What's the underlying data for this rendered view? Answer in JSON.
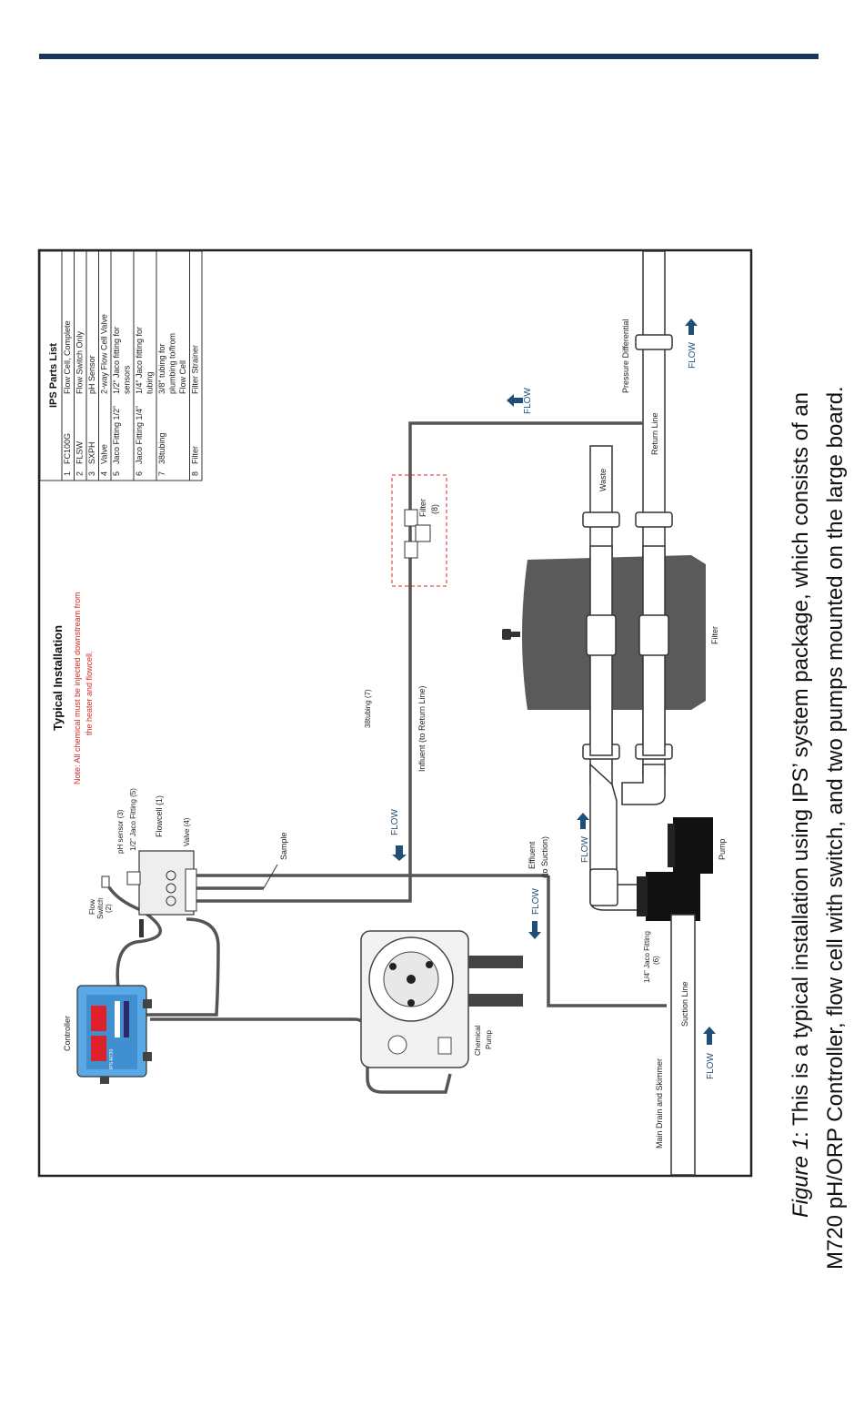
{
  "diagram": {
    "title": "Typical Installation",
    "note_line1": "Note: All chemical must be injected downstream from",
    "note_line2": "the heater and flowcell.",
    "parts_list": {
      "title": "IPS Parts List",
      "rows": [
        {
          "num": "1",
          "part": "FC100G",
          "lines": [
            "Flow Cell, Complete"
          ]
        },
        {
          "num": "2",
          "part": "FLSW",
          "lines": [
            "Flow Switch Only"
          ]
        },
        {
          "num": "3",
          "part": "SXPH",
          "lines": [
            "pH Sensor"
          ]
        },
        {
          "num": "4",
          "part": "Valve",
          "lines": [
            "2-way Flow Cell Valve"
          ]
        },
        {
          "num": "5",
          "part": "Jaco Fitting 1/2”",
          "lines": [
            "1/2” Jaco fitting for",
            "sensors"
          ]
        },
        {
          "num": "6",
          "part": "Jaco Fitting 1/4”",
          "lines": [
            "1/4” Jaco fitting for",
            "tubing"
          ]
        },
        {
          "num": "7",
          "part": "38tubing",
          "lines": [
            "3/8” tubing for",
            "plumbing to/from",
            "Flow Cell"
          ]
        },
        {
          "num": "8",
          "part": "Filter",
          "lines": [
            "Filter Strainer"
          ]
        }
      ]
    },
    "labels": {
      "controller": "Controller",
      "controller_screen": "IPS-M720",
      "ph_sensor": "pH sensor (3)",
      "jaco_half": "1/2” Jaco Fitting (5)",
      "flowcell": "Flowcell (1)",
      "valve": "Valve (4)",
      "flow_switch_l1": "Flow",
      "flow_switch_l2": "Switch",
      "flow_switch_l3": "(2)",
      "sample": "Sample",
      "tubing": "38tubing (7)",
      "influent": "Influent (to Return Line)",
      "filter_strainer_l1": "Filter",
      "filter_strainer_l2": "(8)",
      "waste": "Waste",
      "return_line": "Return Line",
      "pressure_differential": "Pressure Differential",
      "filter": "Filter",
      "effluent_l1": "Effluent",
      "effluent_l2": "(to Suction)",
      "pump": "Pump",
      "jaco_quarter_l1": "1/4” Jaco Fitting",
      "jaco_quarter_l2": "(6)",
      "suction_line": "Suction Line",
      "main_drain": "Main Drain and Skimmer",
      "chemical_pump_l1": "Chemical",
      "chemical_pump_l2": "Pump",
      "flow": "FLOW"
    },
    "colors": {
      "accent": "#17365d",
      "flow_arrow": "#1f4e79",
      "note": "#d62828",
      "tank": "#595959"
    }
  },
  "caption": {
    "prefix": "Figure 1",
    "line1": ": This is a typical installation using IPS’ system package, which consists of an",
    "line2": "M720 pH/ORP Controller, flow cell with switch, and two pumps mounted on the large board."
  }
}
